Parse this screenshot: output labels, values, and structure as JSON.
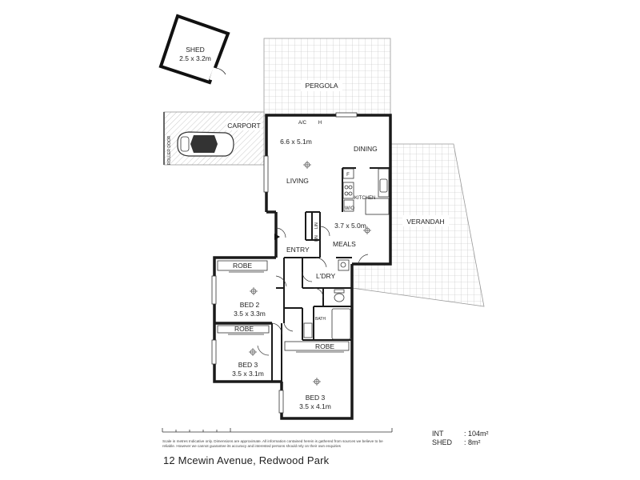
{
  "rooms": {
    "shed": {
      "name": "SHED",
      "size": "2.5 x 3.2m"
    },
    "pergola": {
      "name": "PERGOLA"
    },
    "carport": {
      "name": "CARPORT",
      "roller_door": "ROLLER DOOR"
    },
    "living": {
      "size": "6.6 x 5.1m",
      "name": "LIVING",
      "dining": "DINING",
      "ac": "A/C",
      "h": "H"
    },
    "verandah": {
      "name": "VERANDAH"
    },
    "kitchen": {
      "name": "KITCHEN",
      "fridge": "F",
      "wo": "W/O"
    },
    "meals": {
      "name": "MEALS",
      "size": "3.7 x 5.0m"
    },
    "entry": {
      "name": "ENTRY",
      "linen": "LIN",
      "linen2": "LIN"
    },
    "laundry": {
      "name": "L'DRY"
    },
    "bath": {
      "name": "BATH"
    },
    "bed2": {
      "name": "BED 2",
      "size": "3.5 x 3.3m",
      "robe": "ROBE"
    },
    "bed3a": {
      "name": "BED 3",
      "size": "3.5 x 3.1m",
      "robe": "ROBE"
    },
    "bed3b": {
      "name": "BED 3",
      "size": "3.5 x 4.1m",
      "robe": "ROBE"
    }
  },
  "scale": {
    "disclaimer": "Scale in metres Indicative only. Dimensions are approximate. All information contained herein is gathered from sources we believe to be reliable. However we cannot guarantee its accuracy and interested persons should rely on their own enquiries"
  },
  "areas": [
    {
      "label": "INT",
      "value": ": 104m²"
    },
    {
      "label": "SHED",
      "value": ": 8m²"
    }
  ],
  "address": "12 Mcewin Avenue, Redwood Park",
  "colors": {
    "wall": "#1a1a1a",
    "grid": "#c8c8c8",
    "hatch": "#cfcfcf"
  }
}
